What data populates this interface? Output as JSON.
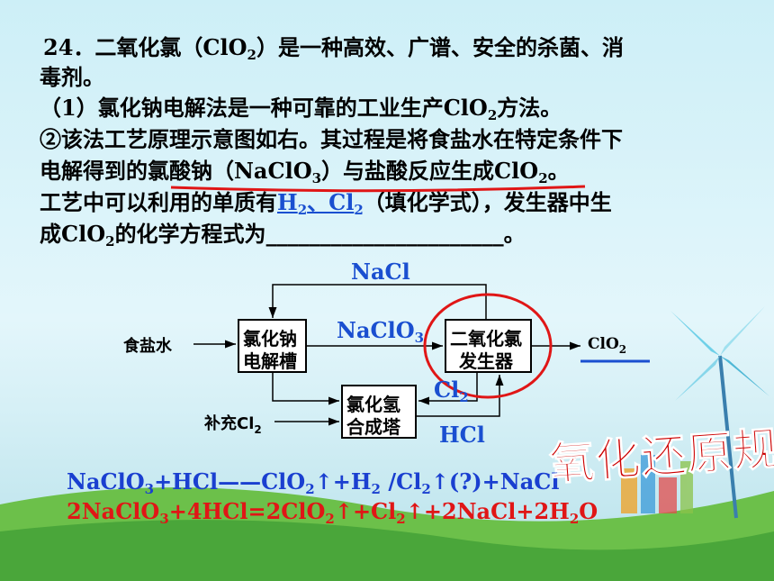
{
  "question": {
    "line1": "24．二氧化氯（ClO",
    "line1_sub": "2",
    "line1_tail": "）是一种高效、广谱、安全的杀菌、消",
    "line2": "毒剂。",
    "line3": "（1）氯化钠电解法是一种可靠的工业生产ClO",
    "line3_sub": "2",
    "line3_tail": "方法。",
    "line4": "②该法工艺原理示意图如右。其过程是将食盐水在特定条件下",
    "line5": "电解得到的氯酸钠（NaClO",
    "line5_sub": "3",
    "line5_mid": "）与盐酸反应生成ClO",
    "line5_sub2": "2",
    "line5_tail": "。",
    "line6_pre": "工艺中可以利用的单质有",
    "line6_ans_a": "H",
    "line6_ans_a_sub": "2",
    "line6_ans_sep": "、Cl",
    "line6_ans_b_sub": "2",
    "line6_tail": "（填化学式），发生器中生",
    "line7_pre": "成ClO",
    "line7_sub": "2",
    "line7_tail": "的化学方程式为",
    "line7_blank": "______________________",
    "line7_end": "。"
  },
  "diagram": {
    "nacl_top": "NaCl",
    "brine": "食盐水",
    "electrolyzer_l1": "氯化钠",
    "electrolyzer_l2": "电解槽",
    "naclo3": "NaClO",
    "naclo3_sub": "3",
    "generator_l1": "二氧化氯",
    "generator_l2": "发生器",
    "clo2_out": "ClO",
    "clo2_out_sub": "2",
    "cl2": "Cl",
    "cl2_sub": "2",
    "hcl_tower_l1": "氯化氢",
    "hcl_tower_l2": "合成塔",
    "supplement": "补充Cl",
    "supplement_sub": "2",
    "hcl": "HCl"
  },
  "equations": {
    "eq1": "NaClO3+HCl——ClO2↑+H2 /Cl2↑(?)+NaCl",
    "eq2": "2NaClO3+4HCl=2ClO2↑+Cl2↑+2NaCl+2H2O"
  },
  "stamp_title": "氧化还原规律",
  "colors": {
    "blue": "#1a4fd0",
    "red": "#e01616",
    "sky": "#cdeff7"
  }
}
